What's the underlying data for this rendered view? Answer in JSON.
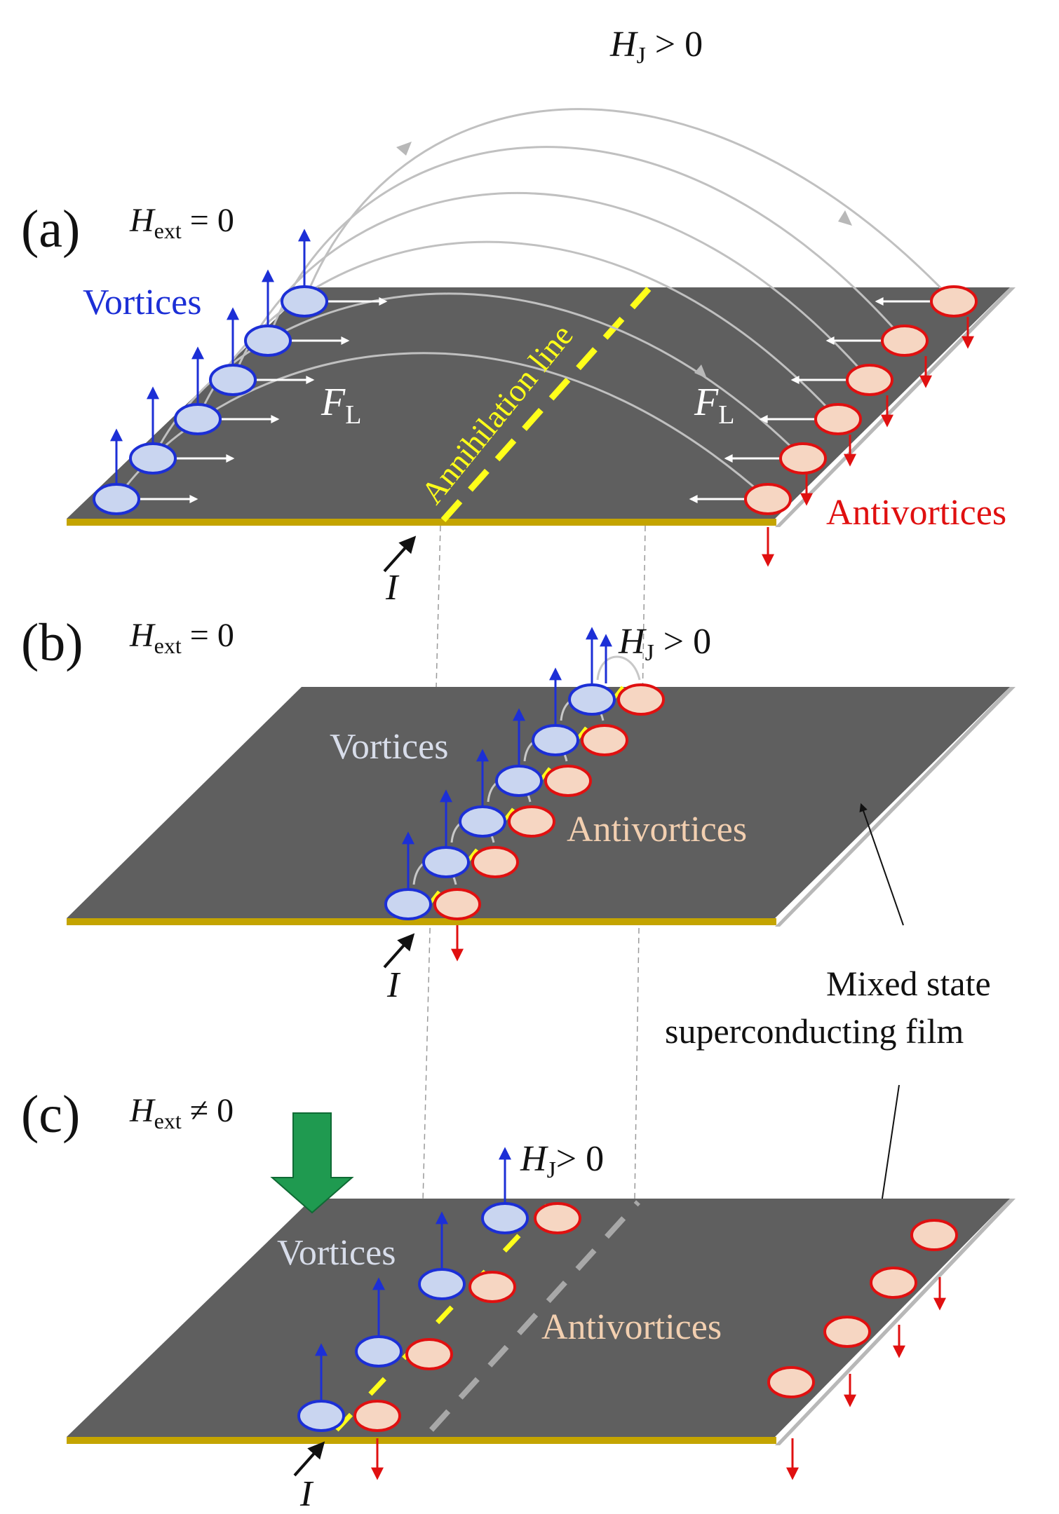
{
  "panels": {
    "a": {
      "tag": "(a)",
      "hext_symbol": "H",
      "hext_sub": "ext",
      "hext_rel": " = 0",
      "hj_symbol": "H",
      "hj_sub": "J",
      "hj_rel": " > 0",
      "vortices": "Vortices",
      "antivortices": "Antivortices",
      "annihilation": "Annihilation line",
      "force_symbol": "F",
      "force_sub": "L",
      "current": "I"
    },
    "b": {
      "tag": "(b)",
      "hext_symbol": "H",
      "hext_sub": "ext",
      "hext_rel": " = 0",
      "hj_symbol": "H",
      "hj_sub": "J",
      "hj_rel": " > 0",
      "vortices": "Vortices",
      "antivortices": "Antivortices",
      "current": "I"
    },
    "c": {
      "tag": "(c)",
      "hext_symbol": "H",
      "hext_sub": "ext",
      "hext_rel": " ≠ 0",
      "hj_symbol": "H",
      "hj_sub": "J",
      "hj_rel": "> 0",
      "vortices": "Vortices",
      "antivortices": "Antivortices",
      "current": "I"
    }
  },
  "film_label": [
    "Mixed state",
    "superconducting film"
  ],
  "colors": {
    "film": "#5f5f5f",
    "film_edge": "#b8b8b8",
    "film_front": "#c4a400",
    "vortex_fill": "#c9d5f0",
    "vortex_stroke": "#1c2fd6",
    "antivortex_fill": "#f6d6c2",
    "antivortex_stroke": "#e01010",
    "annihilation": "#ffff1a",
    "field_line": "#bcbcbc",
    "applied_field_arrow": "#1f9a50"
  }
}
